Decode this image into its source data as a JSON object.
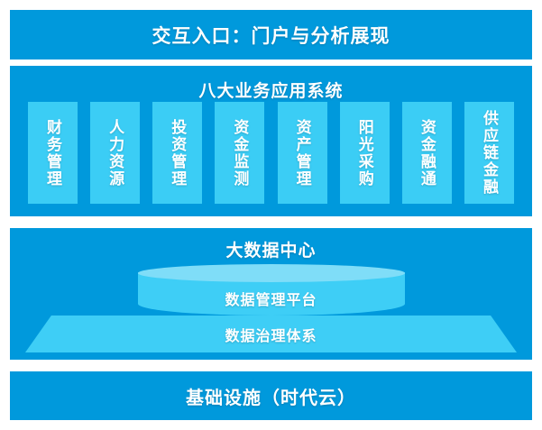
{
  "colors": {
    "background": "#ffffff",
    "panel_blue": "#0099dc",
    "accent_light_blue": "#3bcdf5",
    "cylinder_top": "#7fddf8",
    "text_white": "#ffffff"
  },
  "portal": {
    "title": "交互入口：门户与分析展现"
  },
  "applications": {
    "title": "八大业务应用系统",
    "items": [
      {
        "label": "财务管理"
      },
      {
        "label": "人力资源"
      },
      {
        "label": "投资管理"
      },
      {
        "label": "资金监测"
      },
      {
        "label": "资产管理"
      },
      {
        "label": "阳光采购"
      },
      {
        "label": "资金融通"
      },
      {
        "label": "供应链金融"
      }
    ]
  },
  "bigdata": {
    "title": "大数据中心",
    "platform_label": "数据管理平台",
    "governance_label": "数据治理体系"
  },
  "infrastructure": {
    "title": "基础设施（时代云）"
  }
}
